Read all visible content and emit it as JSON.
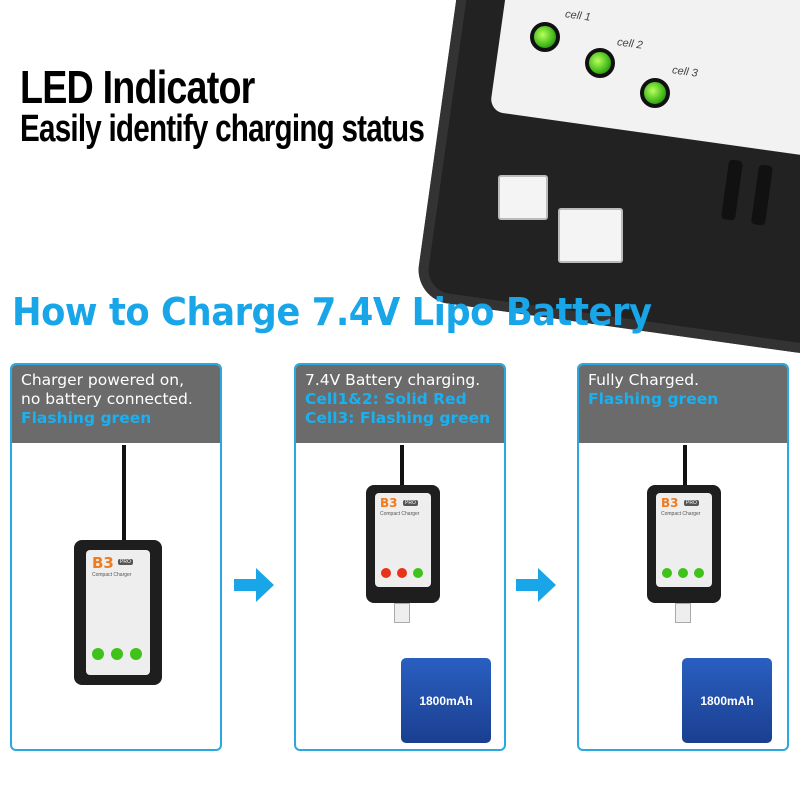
{
  "headline": {
    "title": "LED Indicator",
    "subtitle": "Easily identify charging status"
  },
  "product": {
    "brand": "B3",
    "badge": "PRO",
    "name": "Compact Charger",
    "cells": [
      "cell 1",
      "cell 2",
      "cell 3"
    ],
    "battery_capacity": "1800mAh"
  },
  "section_title": "How to Charge 7.4V Lipo Battery",
  "steps": [
    {
      "line1": "Charger powered on,",
      "line2": "no battery connected.",
      "status1": "Flashing green",
      "leds": [
        "green",
        "green",
        "green"
      ]
    },
    {
      "line1": "7.4V Battery charging.",
      "status1": "Cell1&2: Solid Red",
      "status2": "Cell3: Flashing green",
      "leds": [
        "red",
        "red",
        "green"
      ]
    },
    {
      "line1": "Fully Charged.",
      "status1": "Flashing green",
      "leds": [
        "green",
        "green",
        "green"
      ]
    }
  ],
  "colors": {
    "accent": "#18a6e8",
    "header_gray": "#6b6b6b",
    "led_green": "#3fc21a",
    "led_red": "#e8321a"
  }
}
